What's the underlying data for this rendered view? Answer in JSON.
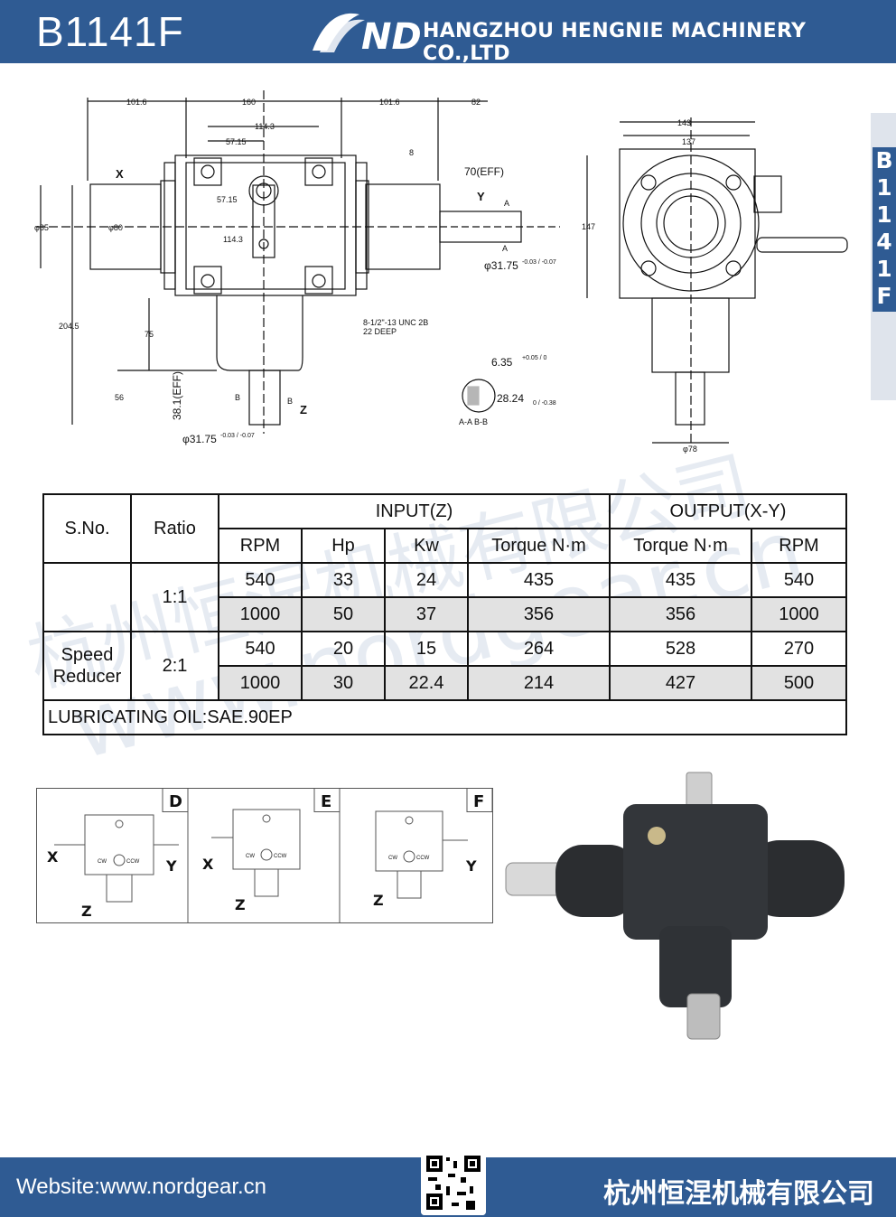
{
  "header": {
    "model": "B1141F",
    "company": "HANGZHOU HENGNIE MACHINERY CO.,LTD",
    "logo": "ND"
  },
  "side_tab": [
    "B",
    "1",
    "1",
    "4",
    "1",
    "F"
  ],
  "drawing": {
    "dims_top": [
      "101.6",
      "160",
      "101.6",
      "82",
      "114.3",
      "57.15",
      "8",
      "70(EFF)"
    ],
    "dims_left": [
      "φ85",
      "φ80",
      "57.15",
      "114.3",
      "204.5",
      "75",
      "56",
      "38.1(EFF)"
    ],
    "shaft_y": "Y",
    "shaft_x": "X",
    "shaft_z": "Z",
    "dia_out": "φ31.75",
    "dia_tol": "-0.03 / -0.07",
    "thread": "8-1/2\"-13 UNC 2B",
    "thread_depth": "22 DEEP",
    "key_width": "6.35",
    "key_tol": "+0.05 / 0",
    "key_depth": "28.24",
    "key_depth_tol": "0 / -0.38",
    "section": "A-A  B-B",
    "side_dims": [
      "143",
      "137",
      "147",
      "φ78"
    ],
    "label_a": "A",
    "label_b": "B"
  },
  "table": {
    "col_sno": "S.No.",
    "col_ratio": "Ratio",
    "group_input": "INPUT(Z)",
    "group_output": "OUTPUT(X-Y)",
    "sub_headers": [
      "RPM",
      "Hp",
      "Kw",
      "Torque N·m",
      "Torque N·m",
      "RPM"
    ],
    "rows": [
      {
        "values": [
          "540",
          "33",
          "24",
          "435",
          "435",
          "540"
        ]
      },
      {
        "values": [
          "1000",
          "50",
          "37",
          "356",
          "356",
          "1000"
        ]
      },
      {
        "values": [
          "540",
          "20",
          "15",
          "264",
          "528",
          "270"
        ]
      },
      {
        "values": [
          "1000",
          "30",
          "22.4",
          "214",
          "427",
          "500"
        ]
      }
    ],
    "ratio_1": "1:1",
    "ratio_2": "2:1",
    "speed_reducer": "Speed\nReducer",
    "oil": "LUBRICATING OIL:SAE.90EP"
  },
  "rotation": [
    {
      "letter": "D",
      "x": "X",
      "y": "Y",
      "z": "Z",
      "cw": "CW",
      "ccw": "CCW"
    },
    {
      "letter": "E",
      "x": "X",
      "z": "Z",
      "cw": "CW",
      "ccw": "CCW"
    },
    {
      "letter": "F",
      "y": "Y",
      "z": "Z",
      "cw": "CW",
      "ccw": "CCW"
    }
  ],
  "watermark": {
    "cn": "杭州恒涅机械有限公司",
    "url": "www.nordgear.cn"
  },
  "footer": {
    "website": "Website:www.nordgear.cn",
    "cn_name": "杭州恒涅机械有限公司"
  },
  "colors": {
    "brand": "#2f5b93",
    "table_shade": "#e2e2e2"
  }
}
